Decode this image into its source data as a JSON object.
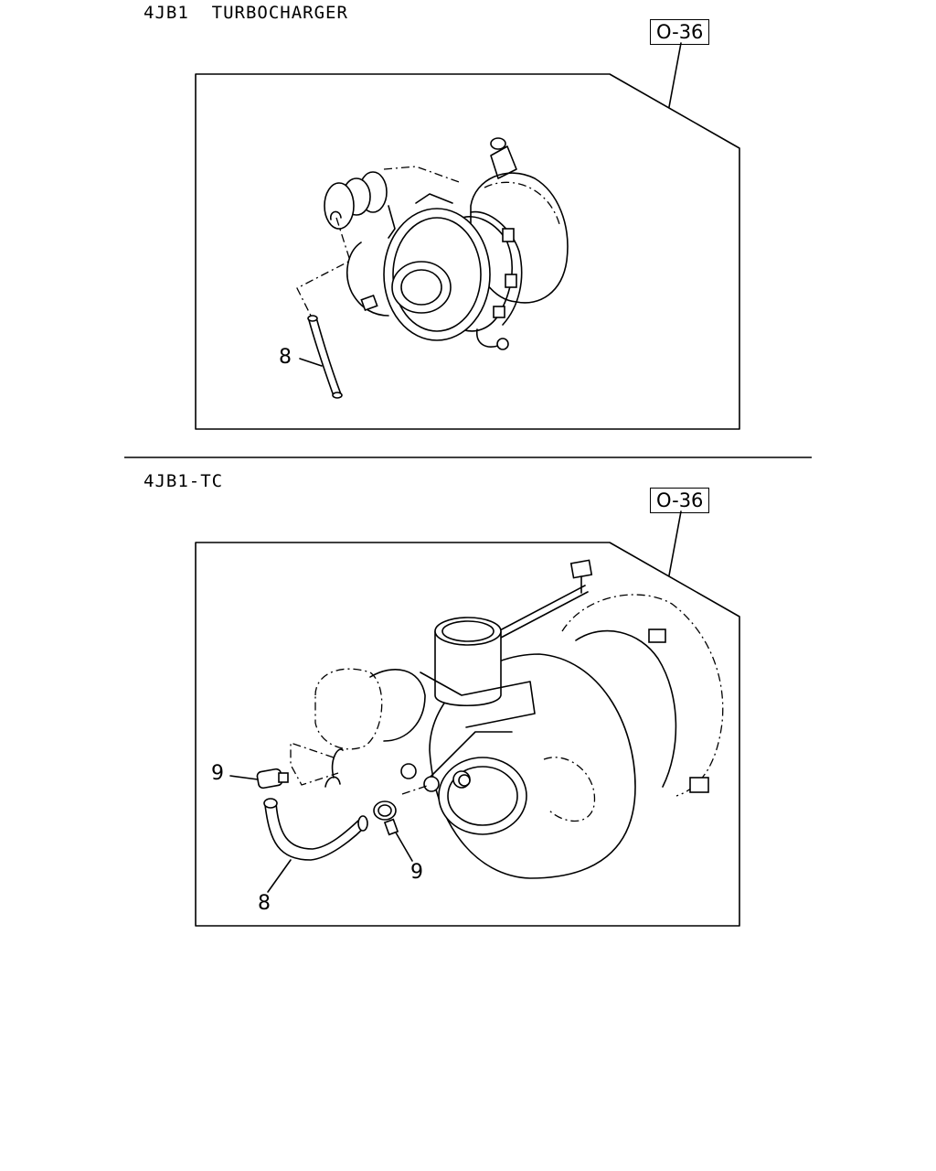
{
  "sections": [
    {
      "title": "4JB1  TURBOCHARGER",
      "ref": "O-36",
      "callouts": [
        "8"
      ]
    },
    {
      "title": "4JB1-TC",
      "ref": "O-36",
      "callouts": [
        "9",
        "9",
        "8"
      ]
    }
  ]
}
